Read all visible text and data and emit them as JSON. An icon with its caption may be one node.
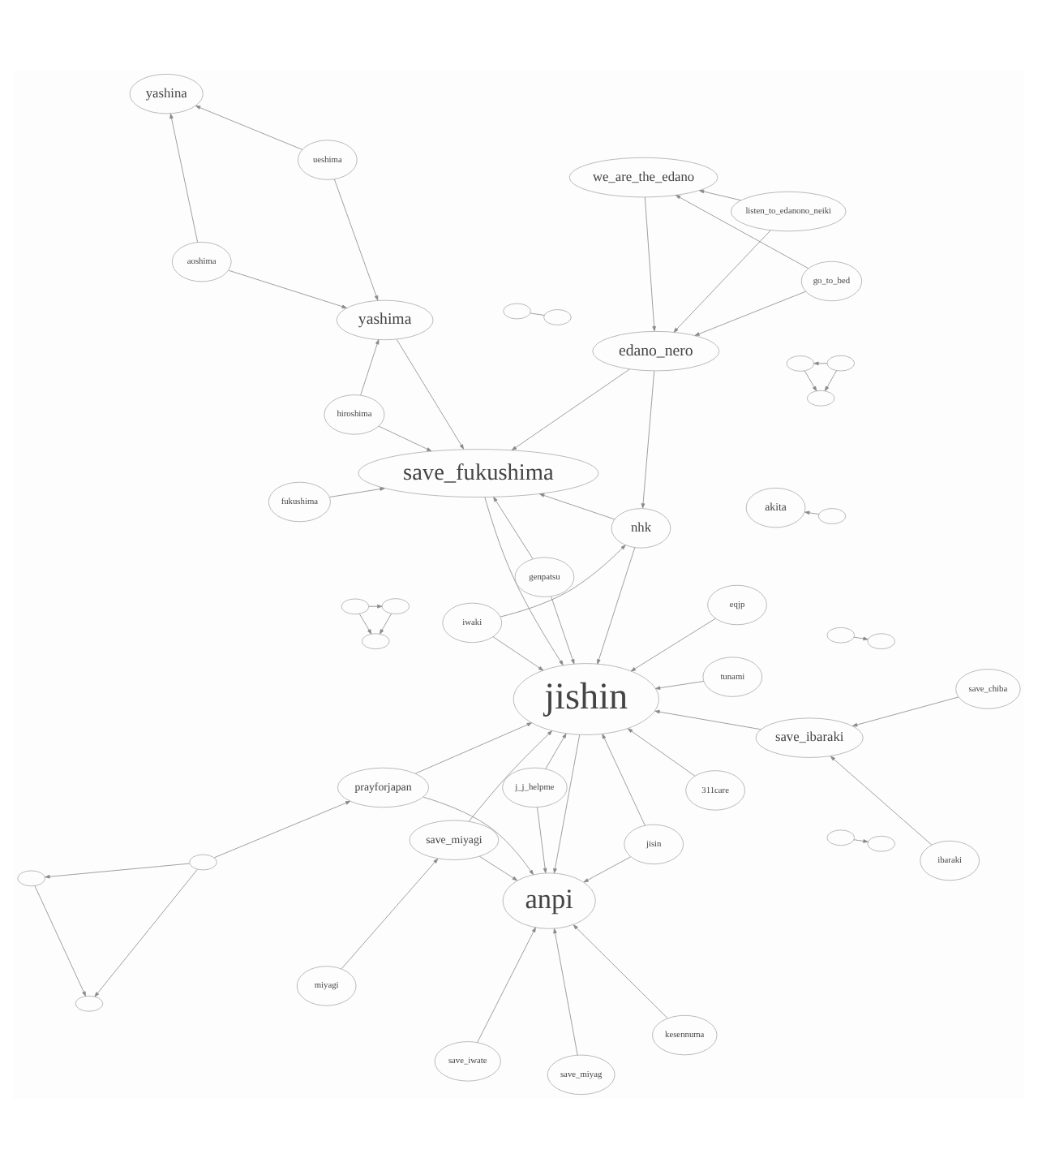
{
  "diagram": {
    "nodes": [
      {
        "text": [
          "jishin"
        ]
      },
      {
        "text": [
          "save_fukushima"
        ]
      },
      {
        "text": [
          "fukushima"
        ]
      },
      {
        "text": [
          "edano_nero"
        ]
      },
      {
        "text": [
          "anpi"
        ]
      },
      {
        "text": [
          "j_j_helpme"
        ]
      },
      {
        "text": [
          "iwaki"
        ]
      },
      {
        "text": [
          "nhk"
        ]
      },
      {
        "text": [
          "save_miyagi"
        ]
      },
      {
        "text": [
          "save_ibaraki"
        ]
      },
      {
        "text": [
          "ibaraki"
        ]
      },
      {
        "text": [
          "prayforjapan"
        ]
      },
      {
        "text": [
          "genpatsu"
        ]
      },
      {
        "text": [
          "jisin"
        ]
      },
      {
        "text": [
          "eqjp"
        ]
      },
      {
        "text": [
          "311care"
        ]
      },
      {
        "text": [
          "tunami"
        ]
      },
      {
        "text": [
          "ueshima"
        ]
      },
      {
        "text": [
          "aoshima"
        ]
      },
      {
        "text": [
          "yashina"
        ]
      },
      {
        "text": [
          "yashima"
        ]
      },
      {
        "text": [
          "hiroshima"
        ]
      },
      {
        "text": [
          "listen_to_edanono_neiki"
        ]
      },
      {
        "text": [
          "go_to_bed"
        ]
      },
      {
        "text": [
          "we_are_the_edano"
        ]
      },
      {
        "text": [],
        "shape": "ellipse"
      },
      {
        "text": [],
        "shape": "ellipse"
      },
      {
        "text": [
          "save_miyag"
        ]
      },
      {
        "text": [
          "kesennuma"
        ]
      },
      {
        "text": [
          "akita"
        ]
      },
      {
        "text": [
          "miyagi"
        ]
      },
      {
        "text": [
          "save_iwate"
        ]
      },
      {
        "text": [
          "save_chiba"
        ]
      },
      {
        "text": [],
        "shape": "ellipse"
      },
      {
        "text": [],
        "shape": "ellipse"
      },
      {
        "text": [],
        "shape": "ellipse"
      },
      {
        "text": [],
        "shape": "ellipse"
      },
      {
        "text": [],
        "shape": "ellipse"
      },
      {
        "text": [],
        "shape": "ellipse"
      },
      {
        "text": [],
        "shape": "ellipse"
      },
      {
        "text": [],
        "shape": "ellipse"
      },
      {
        "text": [],
        "shape": "ellipse"
      },
      {
        "text": [],
        "shape": "ellipse"
      },
      {
        "text": [],
        "shape": "ellipse"
      },
      {
        "text": [],
        "shape": "ellipse"
      },
      {
        "text": [],
        "shape": "ellipse"
      },
      {
        "text": [],
        "shape": "ellipse"
      }
    ],
    "edges": [
      {
        "from": 13,
        "to": 0,
        "arrow": "to"
      },
      {
        "from": 14,
        "to": 0,
        "arrow": "to"
      },
      {
        "from": 15,
        "to": 0,
        "arrow": "to"
      },
      {
        "from": 16,
        "to": 0,
        "arrow": "to"
      },
      {
        "from": 5,
        "to": 0,
        "arrow": "to"
      },
      {
        "from": 5,
        "to": 4,
        "arrow": "to"
      },
      {
        "from": 0,
        "to": 4,
        "arrow": "to"
      },
      {
        "from": 7,
        "to": 0,
        "arrow": "to"
      },
      {
        "from": 6,
        "to": 0,
        "arrow": "to"
      },
      {
        "from": 8,
        "to": 0,
        "arrow": "to"
      },
      {
        "from": 11,
        "to": 0,
        "arrow": "to"
      },
      {
        "from": 12,
        "to": 0,
        "arrow": "to"
      },
      {
        "from": 1,
        "to": 0,
        "arrow": "to"
      },
      {
        "from": 2,
        "to": 1,
        "arrow": "to"
      },
      {
        "from": 3,
        "to": 1,
        "arrow": "to"
      },
      {
        "from": 7,
        "to": 1,
        "arrow": "to"
      },
      {
        "from": 17,
        "to": 20,
        "arrow": "to"
      },
      {
        "from": 18,
        "to": 20,
        "arrow": "to"
      },
      {
        "from": 21,
        "to": 20,
        "arrow": "to"
      },
      {
        "from": 17,
        "to": 19,
        "arrow": "to"
      },
      {
        "from": 18,
        "to": 19,
        "arrow": "to"
      },
      {
        "from": 20,
        "to": 1,
        "arrow": "to"
      },
      {
        "from": 21,
        "to": 1,
        "arrow": "to"
      },
      {
        "from": 22,
        "to": 3,
        "arrow": "to"
      },
      {
        "from": 23,
        "to": 3,
        "arrow": "to"
      },
      {
        "from": 24,
        "to": 3,
        "arrow": "to"
      },
      {
        "from": 22,
        "to": 24,
        "arrow": "to"
      },
      {
        "from": 23,
        "to": 24,
        "arrow": "to"
      },
      {
        "from": 3,
        "to": 7,
        "arrow": "to"
      },
      {
        "from": 26,
        "to": 25,
        "arrow": "none"
      },
      {
        "from": 10,
        "to": 9,
        "arrow": "to"
      },
      {
        "from": 32,
        "to": 9,
        "arrow": "to"
      },
      {
        "from": 9,
        "to": 0,
        "arrow": "to"
      },
      {
        "from": 28,
        "to": 4,
        "arrow": "to"
      },
      {
        "from": 27,
        "to": 4,
        "arrow": "to"
      },
      {
        "from": 30,
        "to": 8,
        "arrow": "to"
      },
      {
        "from": 31,
        "to": 4,
        "arrow": "to"
      },
      {
        "from": 8,
        "to": 4,
        "arrow": "to"
      },
      {
        "from": 6,
        "to": 7,
        "arrow": "to"
      },
      {
        "from": 11,
        "to": 4,
        "arrow": "to"
      },
      {
        "from": 12,
        "to": 1,
        "arrow": "to"
      },
      {
        "from": 13,
        "to": 4,
        "arrow": "to"
      },
      {
        "from": 33,
        "to": 29,
        "arrow": "to"
      },
      {
        "from": 34,
        "to": 35,
        "arrow": "to"
      },
      {
        "from": 34,
        "to": 36,
        "arrow": "to"
      },
      {
        "from": 35,
        "to": 36,
        "arrow": "to"
      },
      {
        "from": 37,
        "to": 38,
        "arrow": "to"
      },
      {
        "from": 40,
        "to": 39,
        "arrow": "to"
      },
      {
        "from": 39,
        "to": 41,
        "arrow": "to"
      },
      {
        "from": 40,
        "to": 41,
        "arrow": "to"
      },
      {
        "from": 42,
        "to": 43,
        "arrow": "to"
      },
      {
        "from": 45,
        "to": 44,
        "arrow": "to"
      },
      {
        "from": 44,
        "to": 46,
        "arrow": "to"
      },
      {
        "from": 45,
        "to": 46,
        "arrow": "to"
      },
      {
        "from": 45,
        "to": 11,
        "arrow": "to"
      }
    ]
  }
}
